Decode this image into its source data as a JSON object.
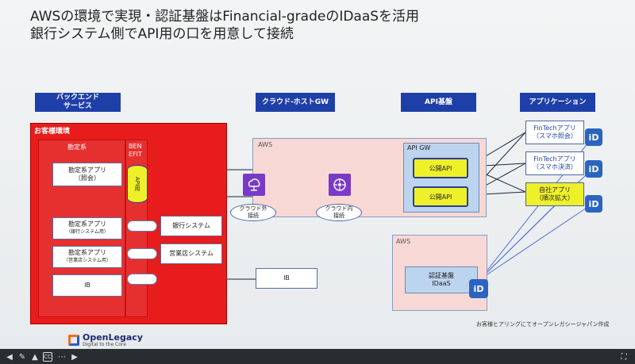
{
  "title_line1": "AWSの環境で実現・認証基盤はFinancial-gradeのIDaaSを活用",
  "title_line2": "銀行システム側でAPI用の口を用意して接続",
  "headers": {
    "backend": "バックエンド\nサービス",
    "cloud_gw": "クラウド-ホストGW",
    "api": "API基盤",
    "app": "アプリケーション"
  },
  "customer_env": "お客様環境",
  "accounting": "勘定系",
  "benefit": "BEN\nEFIT",
  "api_use": "API用",
  "acct_app1": "勘定系アプリ\n（照会）",
  "acct_app2_main": "勘定系アプリ",
  "acct_app2_sub": "（銀行システム用）",
  "acct_app3_main": "勘定系アプリ",
  "acct_app3_sub": "（営業店システム用）",
  "ib": "IB",
  "bank_system": "銀行システム",
  "branch_system": "営業店システム",
  "aws_label": "AWS",
  "api_gw": "API GW",
  "public_api1": "公開API",
  "public_api2": "公開API",
  "cloud_out": "クラウド外\n接続",
  "cloud_in": "クラウド内\n接続",
  "ib_right": "IB",
  "aws2": "AWS",
  "auth": "認証基盤\nIDaaS",
  "fintech1": "FinTechアプリ\n（スマホ照会）",
  "fintech2": "FinTechアプリ\n（スマホ決済）",
  "own_app": "自社アプリ\n（順次拡大）",
  "id_badge": "iD",
  "footnote": "お客様ヒアリングにてオープンレガシージャパン作成",
  "logo_name": "OpenLegacy",
  "logo_tag": "Digital to the Core",
  "colors": {
    "header_blue": "#1f3fa8",
    "red": "#e81c1c",
    "yellow": "#eef02a",
    "pink": "#f8d8d4"
  }
}
